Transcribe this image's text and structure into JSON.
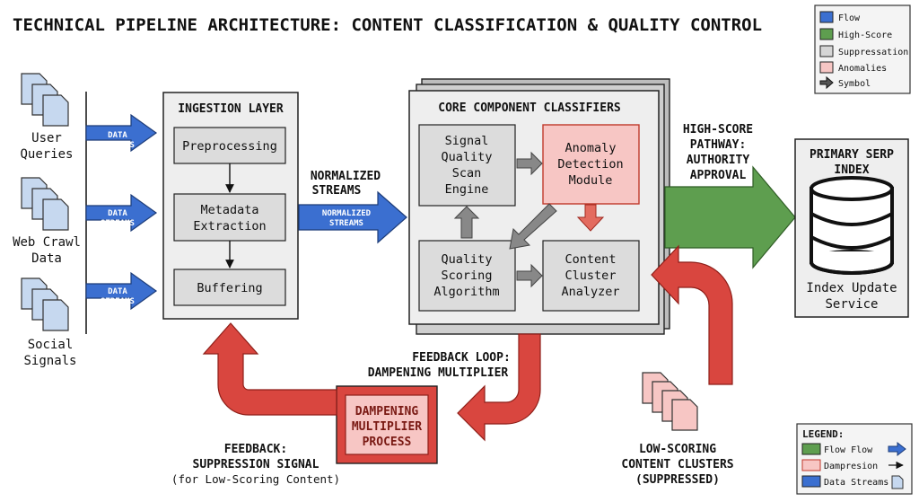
{
  "title": "TECHNICAL PIPELINE ARCHITECTURE: CONTENT CLASSIFICATION & QUALITY CONTROL",
  "colors": {
    "flow": "#3b6fd0",
    "high_score": "#5e9e4f",
    "suppression": "#d5d5d5",
    "anomaly": "#f7c6c4",
    "feedback": "#d9463f",
    "box_fill": "#dcdcdc",
    "panel_fill": "#eeeeee",
    "doc_fill": "#c6d8ef"
  },
  "top_legend": {
    "items": [
      {
        "label": "Flow"
      },
      {
        "label": "High-Score"
      },
      {
        "label": "Suppressation"
      },
      {
        "label": "Anomalies"
      },
      {
        "label": "Symbol"
      }
    ]
  },
  "sources": [
    {
      "line1": "User",
      "line2": "Queries"
    },
    {
      "line1": "Web Crawl",
      "line2": "Data"
    },
    {
      "line1": "Social",
      "line2": "Signals"
    }
  ],
  "data_streams_label": {
    "line1": "DATA",
    "line2": "STREAMS"
  },
  "ingestion": {
    "title": "INGESTION LAYER",
    "steps": [
      {
        "line1": "Preprocessing",
        "line2": ""
      },
      {
        "line1": "Metadata",
        "line2": "Extraction"
      },
      {
        "line1": "Buffering",
        "line2": ""
      }
    ]
  },
  "normalized": {
    "label_line1": "NORMALIZED",
    "label_line2": "STREAMS",
    "arrow_line1": "NORMALIZED",
    "arrow_line2": "STREAMS"
  },
  "core": {
    "title": "CORE COMPONENT CLASSIFIERS",
    "signal": [
      "Signal",
      "Quality",
      "Scan",
      "Engine"
    ],
    "anomaly": [
      "Anomaly",
      "Detection",
      "Module"
    ],
    "scoring": [
      "Quality",
      "Scoring",
      "Algorithm"
    ],
    "cluster": [
      "Content",
      "Cluster",
      "Analyzer"
    ]
  },
  "high_score": [
    "HIGH-SCORE",
    "PATHWAY:",
    "AUTHORITY",
    "APPROVAL"
  ],
  "serp": {
    "title_line1": "PRIMARY SERP",
    "title_line2": "INDEX",
    "service_line1": "Index Update",
    "service_line2": "Service"
  },
  "feedback_loop": {
    "line1": "FEEDBACK LOOP:",
    "line2": "DAMPENING MULTIPLIER"
  },
  "dampening": [
    "DAMPENING",
    "MULTIPLIER",
    "PROCESS"
  ],
  "feedback_signal": {
    "line1": "FEEDBACK:",
    "line2": "SUPPRESSION SIGNAL",
    "line3": "(for Low-Scoring Content)"
  },
  "low_scoring": [
    "LOW-SCORING",
    "CONTENT CLUSTERS",
    "(SUPPRESSED)"
  ],
  "bottom_legend": {
    "title": "LEGEND:",
    "items": [
      {
        "label": "Flow Flow"
      },
      {
        "label": "Dampresion"
      },
      {
        "label": "Data Streams"
      }
    ]
  }
}
